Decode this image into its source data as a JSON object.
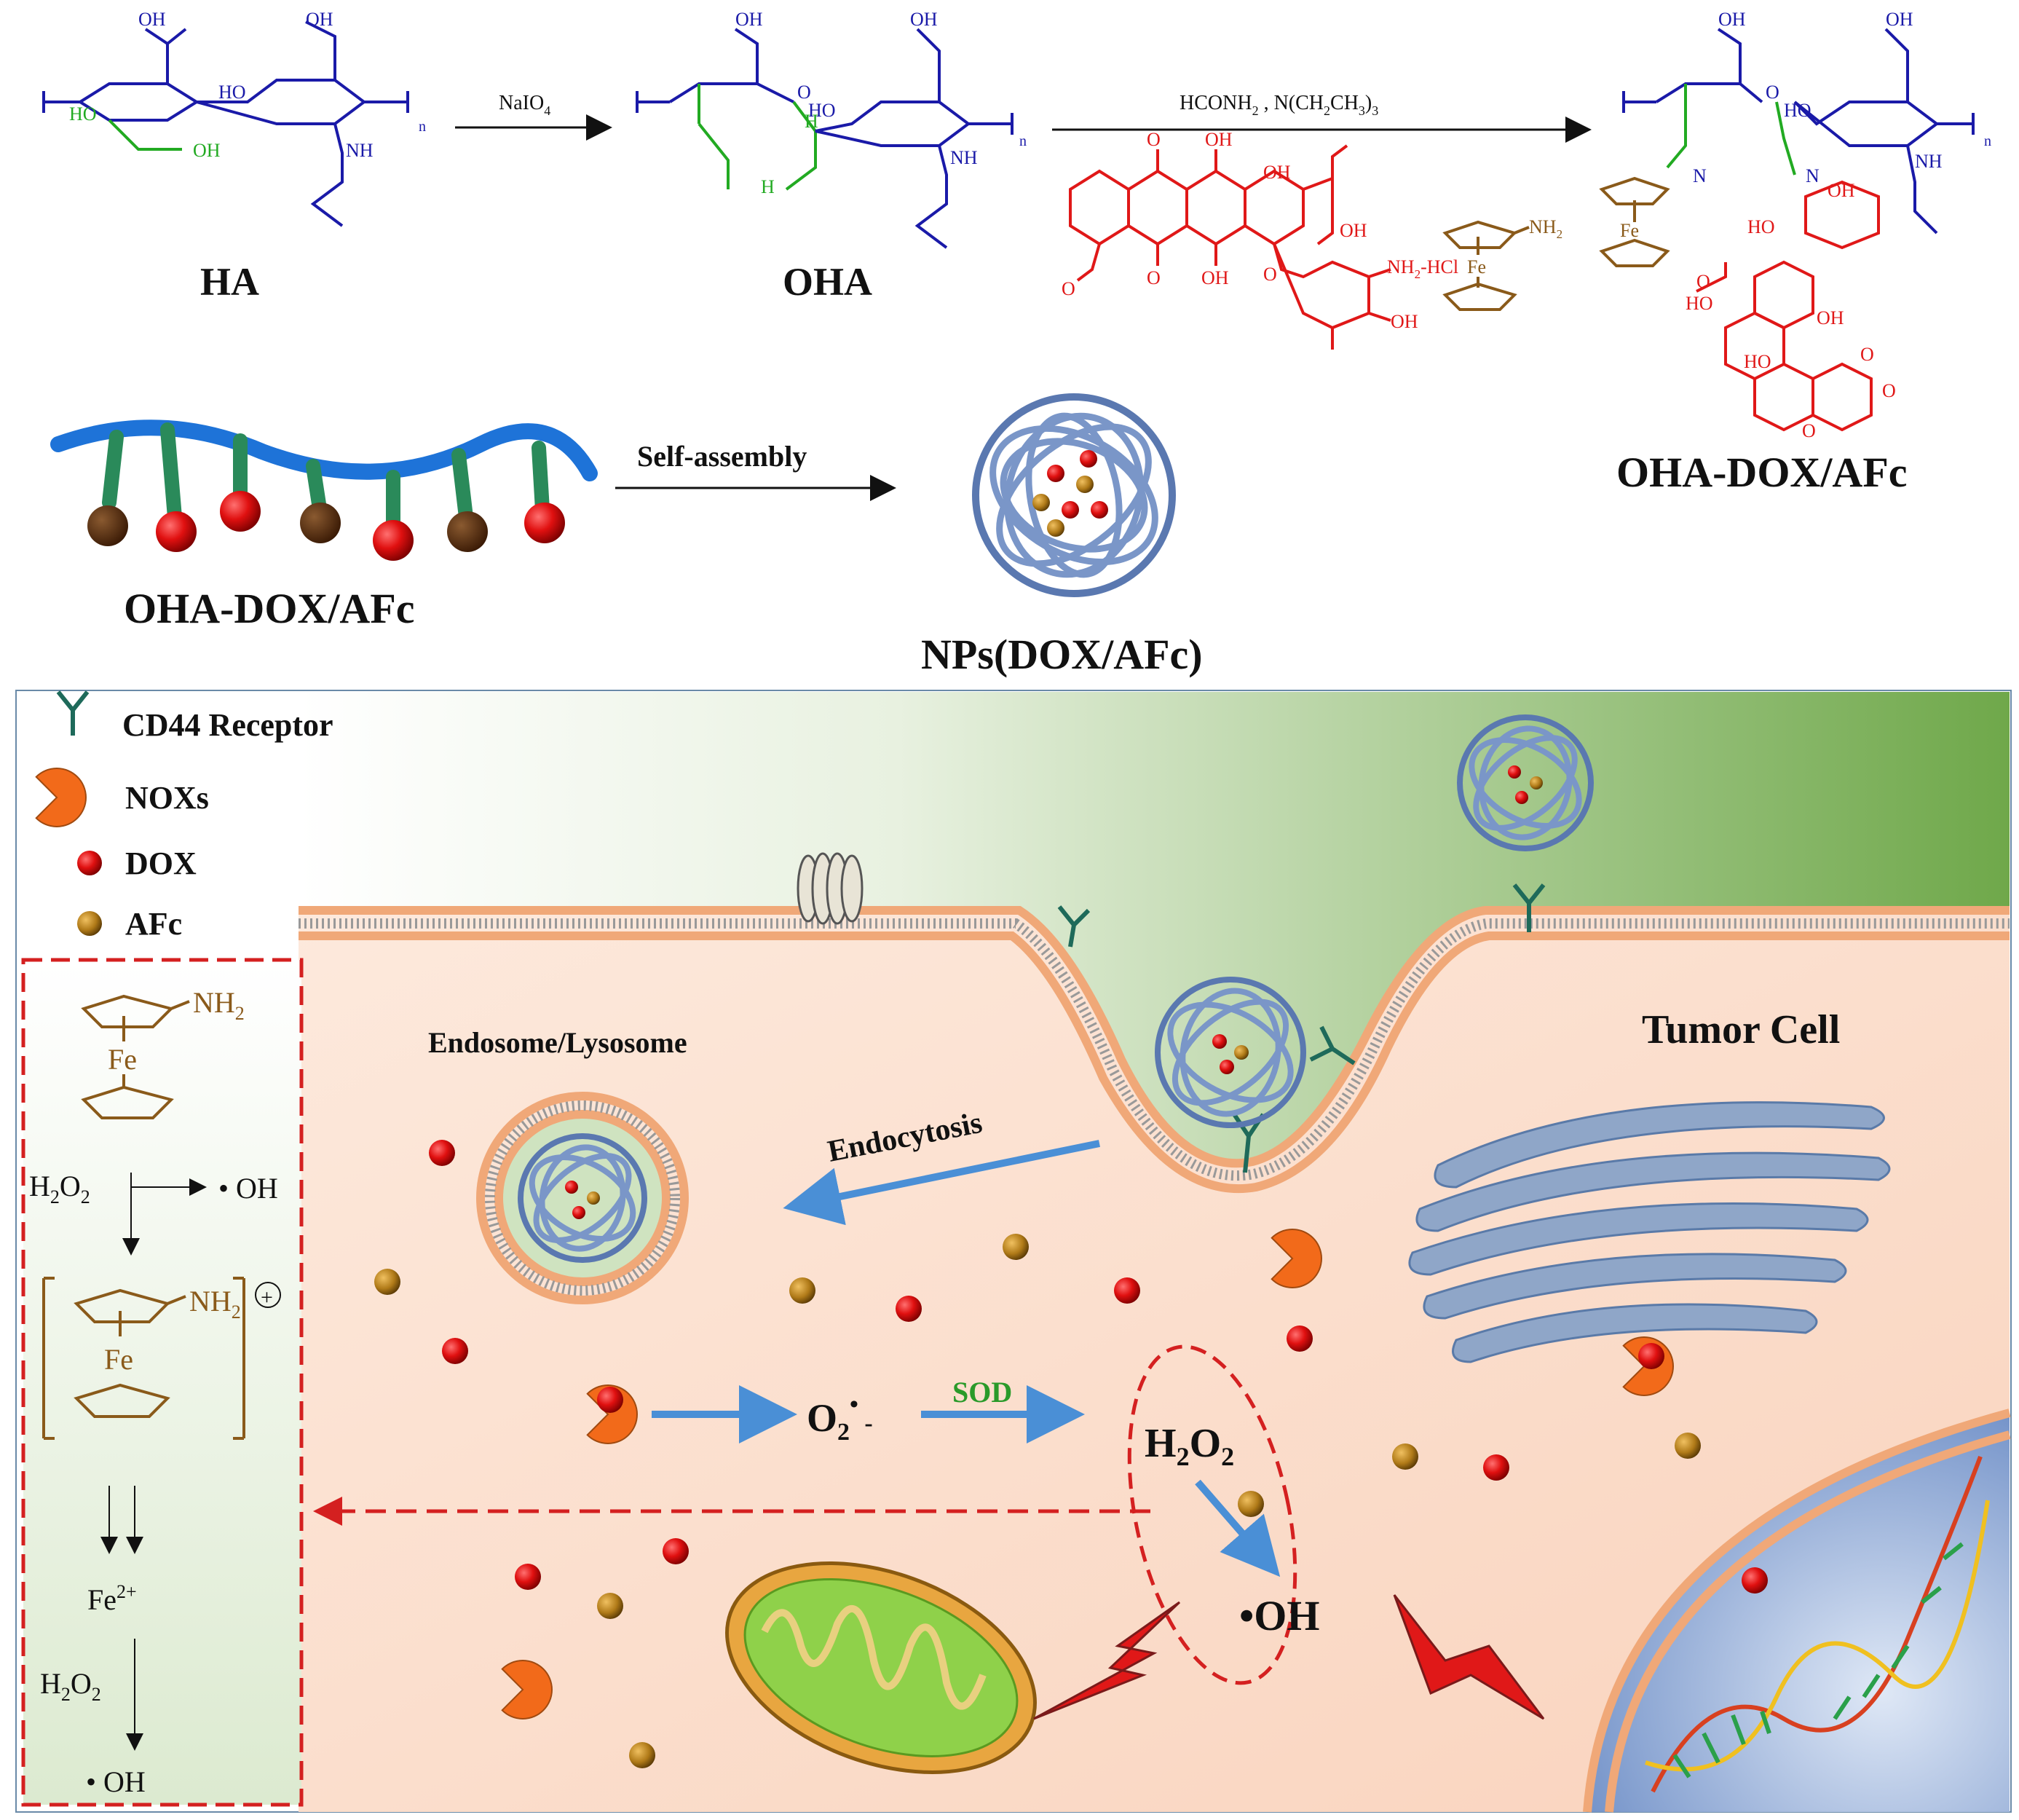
{
  "scheme": {
    "ha_label": "HA",
    "oha_label": "OHA",
    "oha_dox_afc_product_label": "OHA-DOX/AFc",
    "reagent_naio4": "NaIO",
    "reagent_naio4_sub": "4",
    "reagent_conditions": "HCONH",
    "reagent_conditions_sub1": "2",
    "reagent_conditions_rest": " , N(CH",
    "reagent_conditions_sub2": "2",
    "reagent_conditions_rest2": "CH",
    "reagent_conditions_sub3": "3",
    "reagent_conditions_rest3": ")",
    "reagent_conditions_sub4": "3",
    "repeat_n": "n",
    "atoms": {
      "oh": "OH",
      "ho": "HO",
      "nh": "NH",
      "o": "O",
      "h": "H",
      "n": "N",
      "nh2": "NH",
      "nh2_sub": "2",
      "nh2hcl": "NH",
      "nh2hcl_sub": "2",
      "nh2hcl_rest": "-HCl",
      "fe": "Fe"
    }
  },
  "assembly": {
    "polymer_label": "OHA-DOX/AFc",
    "arrow_label": "Self-assembly",
    "np_label": "NPs(DOX/AFc)"
  },
  "legend": {
    "cd44": "CD44 Receptor",
    "noxs": "NOXs",
    "dox": "DOX",
    "afc": "AFc"
  },
  "mechanism_box": {
    "nh2": "NH",
    "nh2_sub": "2",
    "fe": "Fe",
    "h2o2_a": "H",
    "h2o2_a_sub1": "2",
    "h2o2_a_o": "O",
    "h2o2_a_sub2": "2",
    "oh_a": "• OH",
    "plus": "+",
    "fe2plus": "Fe",
    "fe2plus_sup": "2+",
    "h2o2_b": "H",
    "h2o2_b_sub1": "2",
    "h2o2_b_o": "O",
    "h2o2_b_sub2": "2",
    "oh_b": "• OH"
  },
  "cell": {
    "endosome_label": "Endosome/Lysosome",
    "tumor_label": "Tumor Cell",
    "endocytosis_label": "Endocytosis",
    "superoxide": "O",
    "superoxide_sub": "2",
    "superoxide_sup": "•",
    "superoxide_minus": " -",
    "sod_label": "SOD",
    "h2o2": "H",
    "h2o2_sub1": "2",
    "h2o2_o": "O",
    "h2o2_sub2": "2",
    "oh_radical": "•OH"
  },
  "colors": {
    "ha_backbone": "#1a1aa8",
    "diol_green": "#22aa22",
    "dox_red": "#e01818",
    "ferrocene_brown": "#8a5a1a",
    "membrane_orange": "#f3b98a",
    "cytoplasm": "#fbe3d3",
    "extracellular_green": "#7fb35a",
    "arrow_blue": "#4a8fd6",
    "dashed_red": "#d42020",
    "nox_orange": "#f26a1a",
    "nucleus_blue": "#7f9ed1"
  }
}
